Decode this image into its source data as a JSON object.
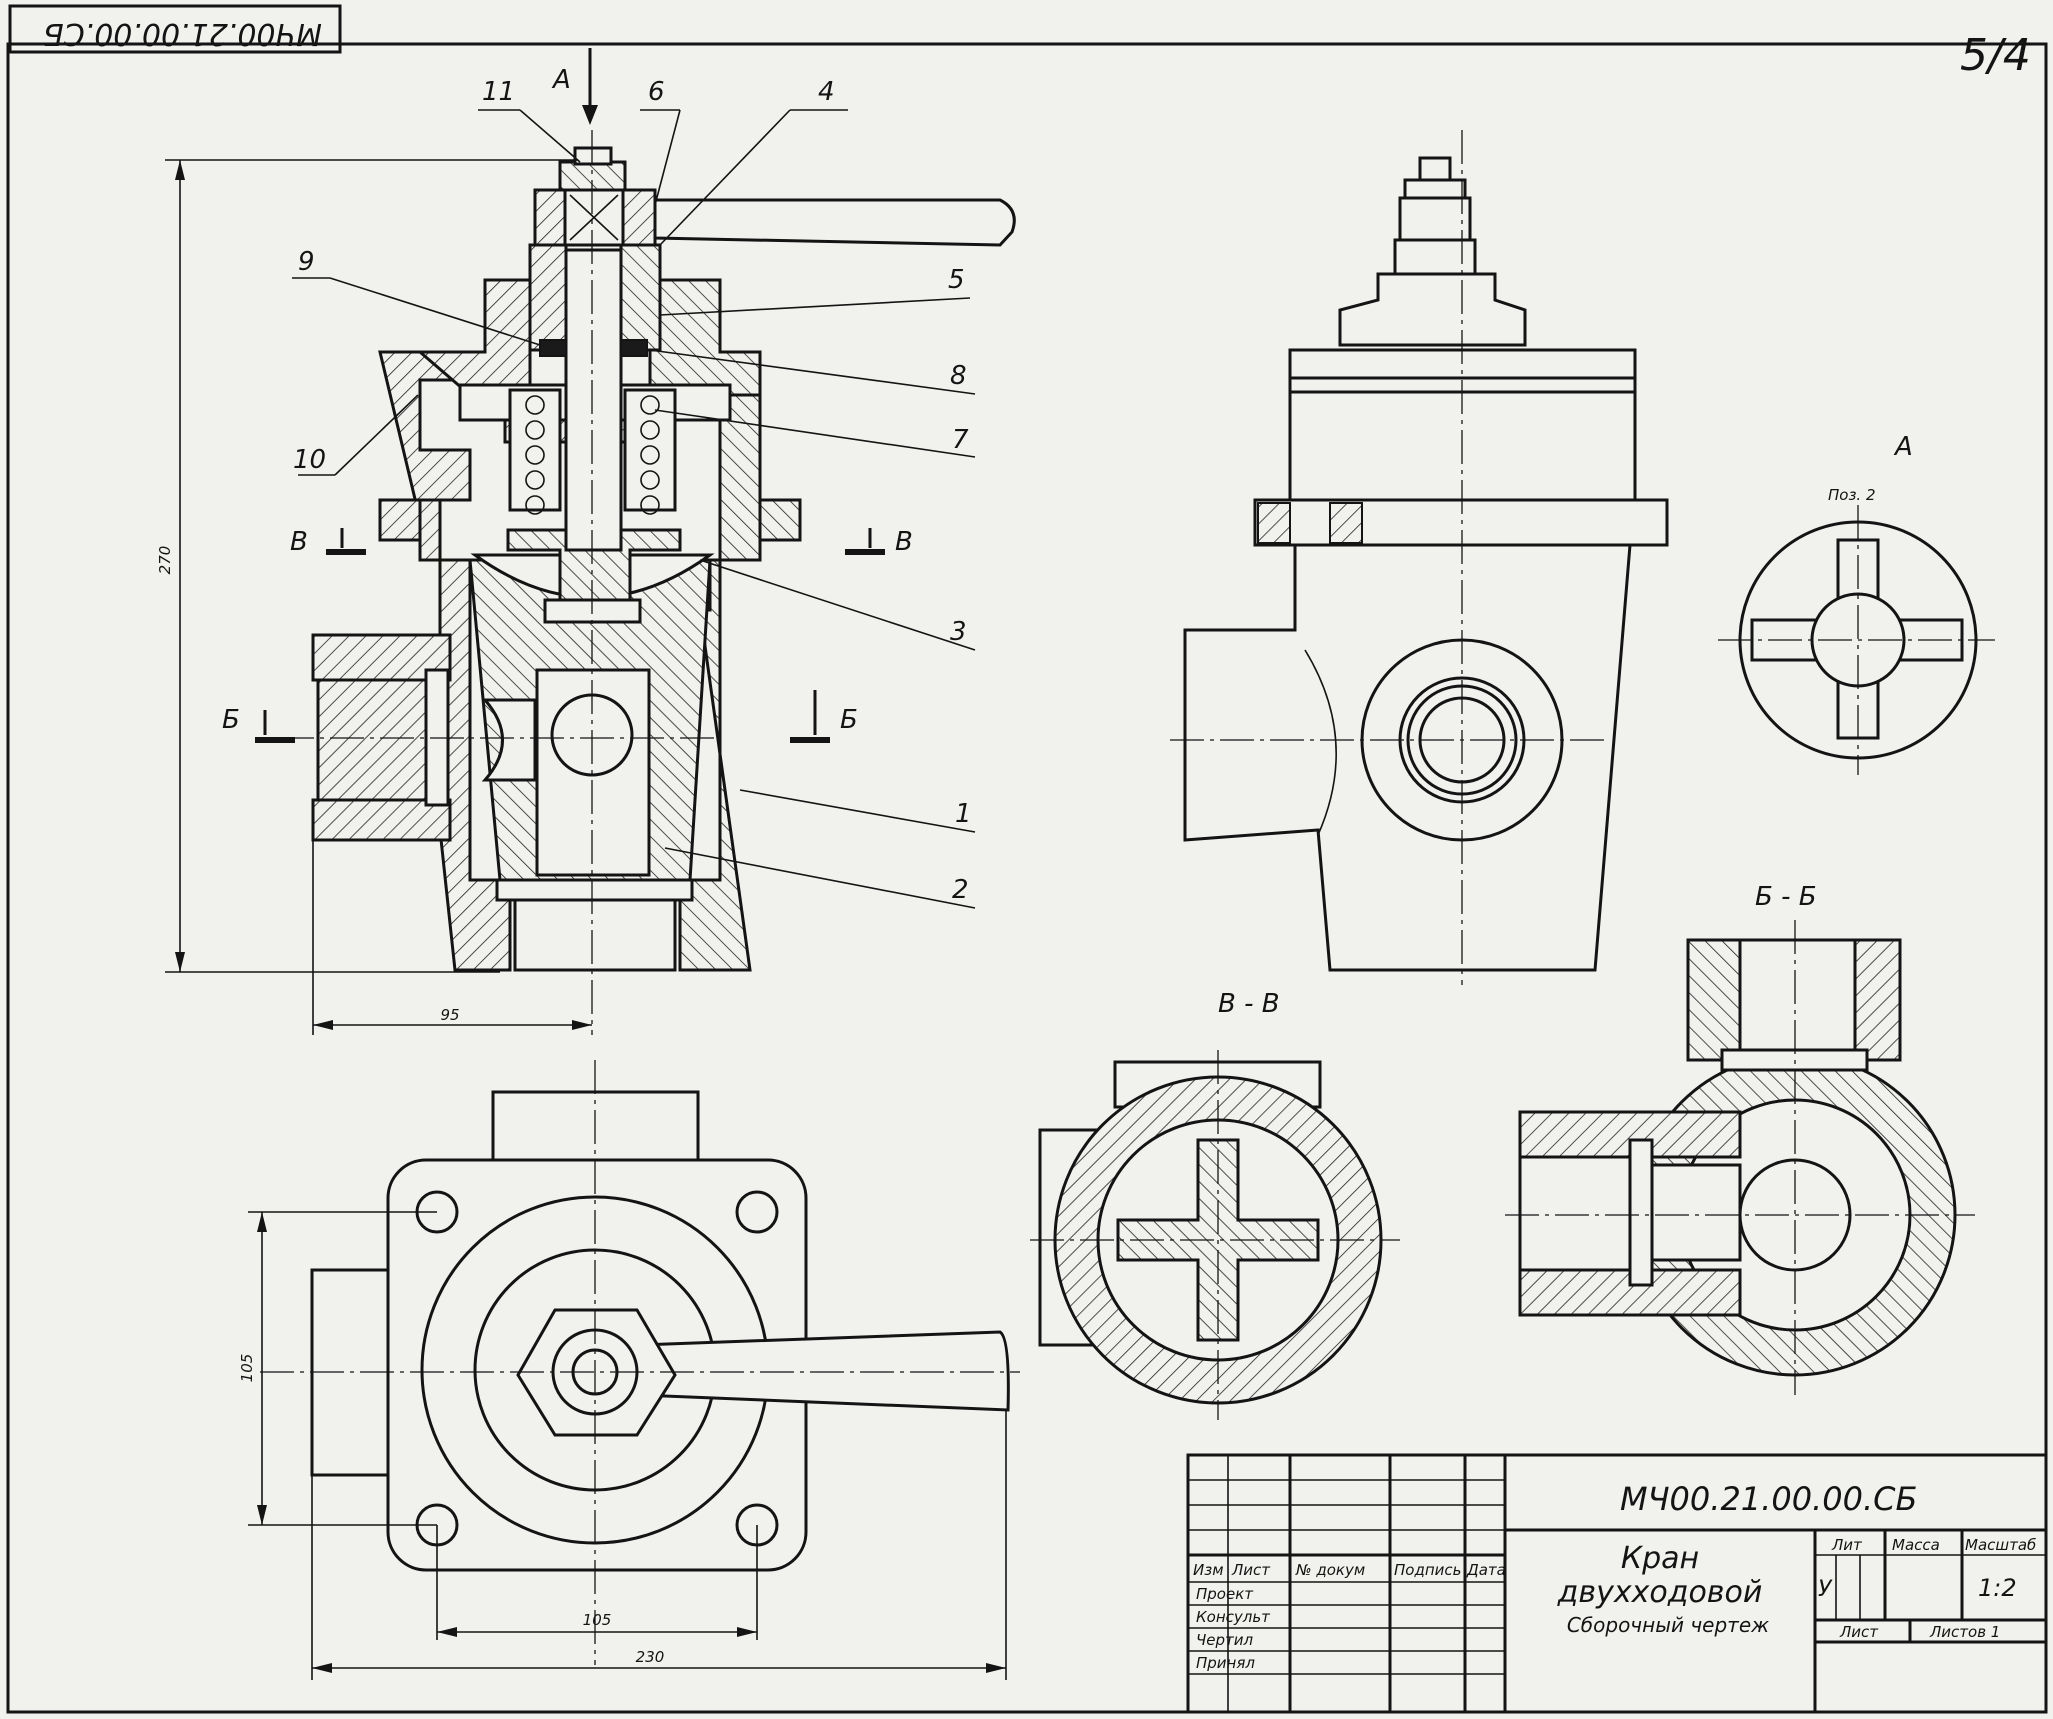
{
  "corner_stamp": "МЧ00.21.00.00.СБ",
  "sheet_number": "5/4",
  "labels": {
    "view_a_arrow": "А",
    "view_a_title": "А",
    "view_a_pos": "Поз. 2",
    "section_v": "В",
    "section_b": "Б",
    "section_vv_title": "В - В",
    "section_bb_title": "Б - Б"
  },
  "callouts": [
    "11",
    "6",
    "4",
    "9",
    "5",
    "8",
    "7",
    "10",
    "3",
    "1",
    "2"
  ],
  "dimensions": {
    "height_total": "270",
    "offset_95": "95",
    "flange_105_vertical": "105",
    "flange_105_horizontal": "105",
    "overall_230": "230"
  },
  "title_block": {
    "designation": "МЧ00.21.00.00.СБ",
    "name_line1": "Кран",
    "name_line2": "двухходовой",
    "doc_type": "Сборочный чертеж",
    "col_izm": "Изм",
    "col_list": "Лист",
    "col_docnum": "№ докум",
    "col_sign": "Подпись",
    "col_date": "Дата",
    "row_proekt": "Проект",
    "row_konsult": "Консульт",
    "row_chertil": "Чертил",
    "row_prinyal": "Принял",
    "hdr_lit": "Лит",
    "hdr_massa": "Масса",
    "hdr_masshtab": "Масштаб",
    "lit_value": "У",
    "scale_value": "1:2",
    "sheet_label": "Лист",
    "sheets_label": "Листов 1"
  }
}
